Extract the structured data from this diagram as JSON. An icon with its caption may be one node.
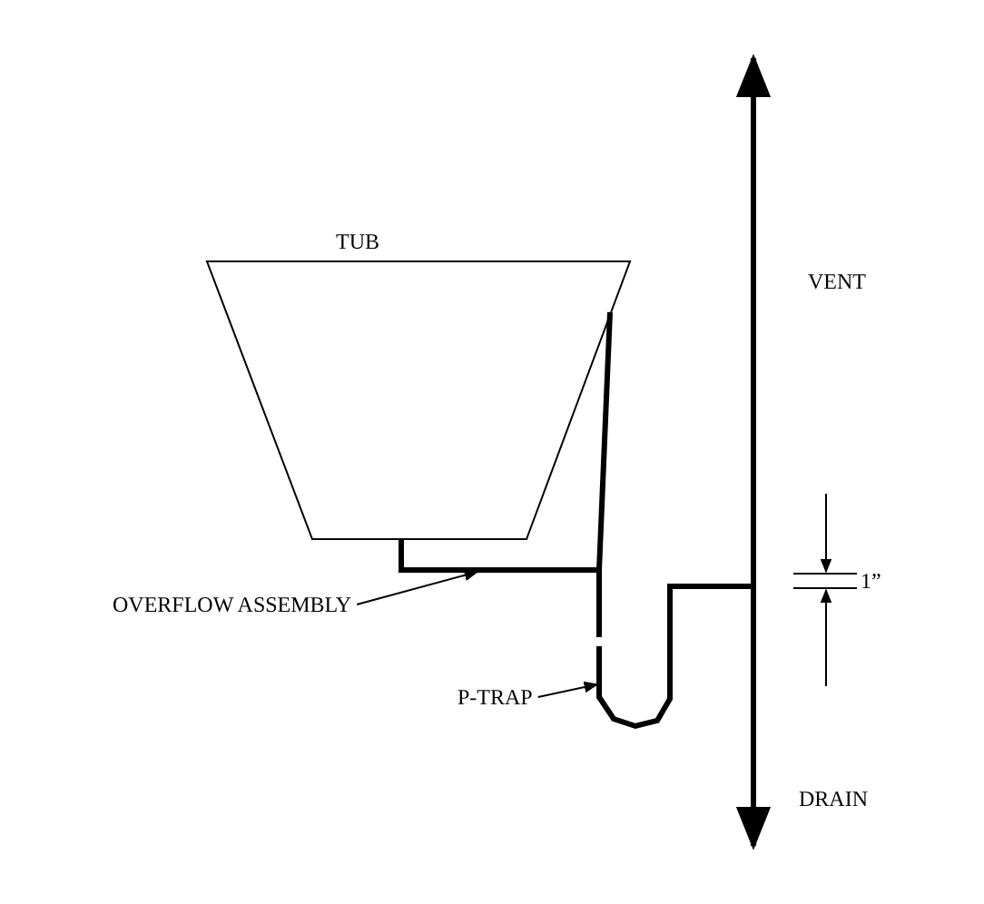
{
  "diagram": {
    "nodes": [
      {
        "text": [
          "TUB"
        ]
      },
      {
        "text": [
          "OVERFLOW ASSEMBLY"
        ]
      },
      {
        "text": [
          "P-TRAP"
        ]
      },
      {
        "text": [],
        "shape": "pipe"
      },
      {
        "text": [],
        "shape": "pipe"
      }
    ],
    "edges": [
      {
        "from": 1,
        "to": 3,
        "arrow": "to"
      },
      {
        "from": 2,
        "to": 4,
        "arrow": "to"
      }
    ],
    "labels": [
      "VENT",
      "1”",
      "DRAIN"
    ]
  }
}
